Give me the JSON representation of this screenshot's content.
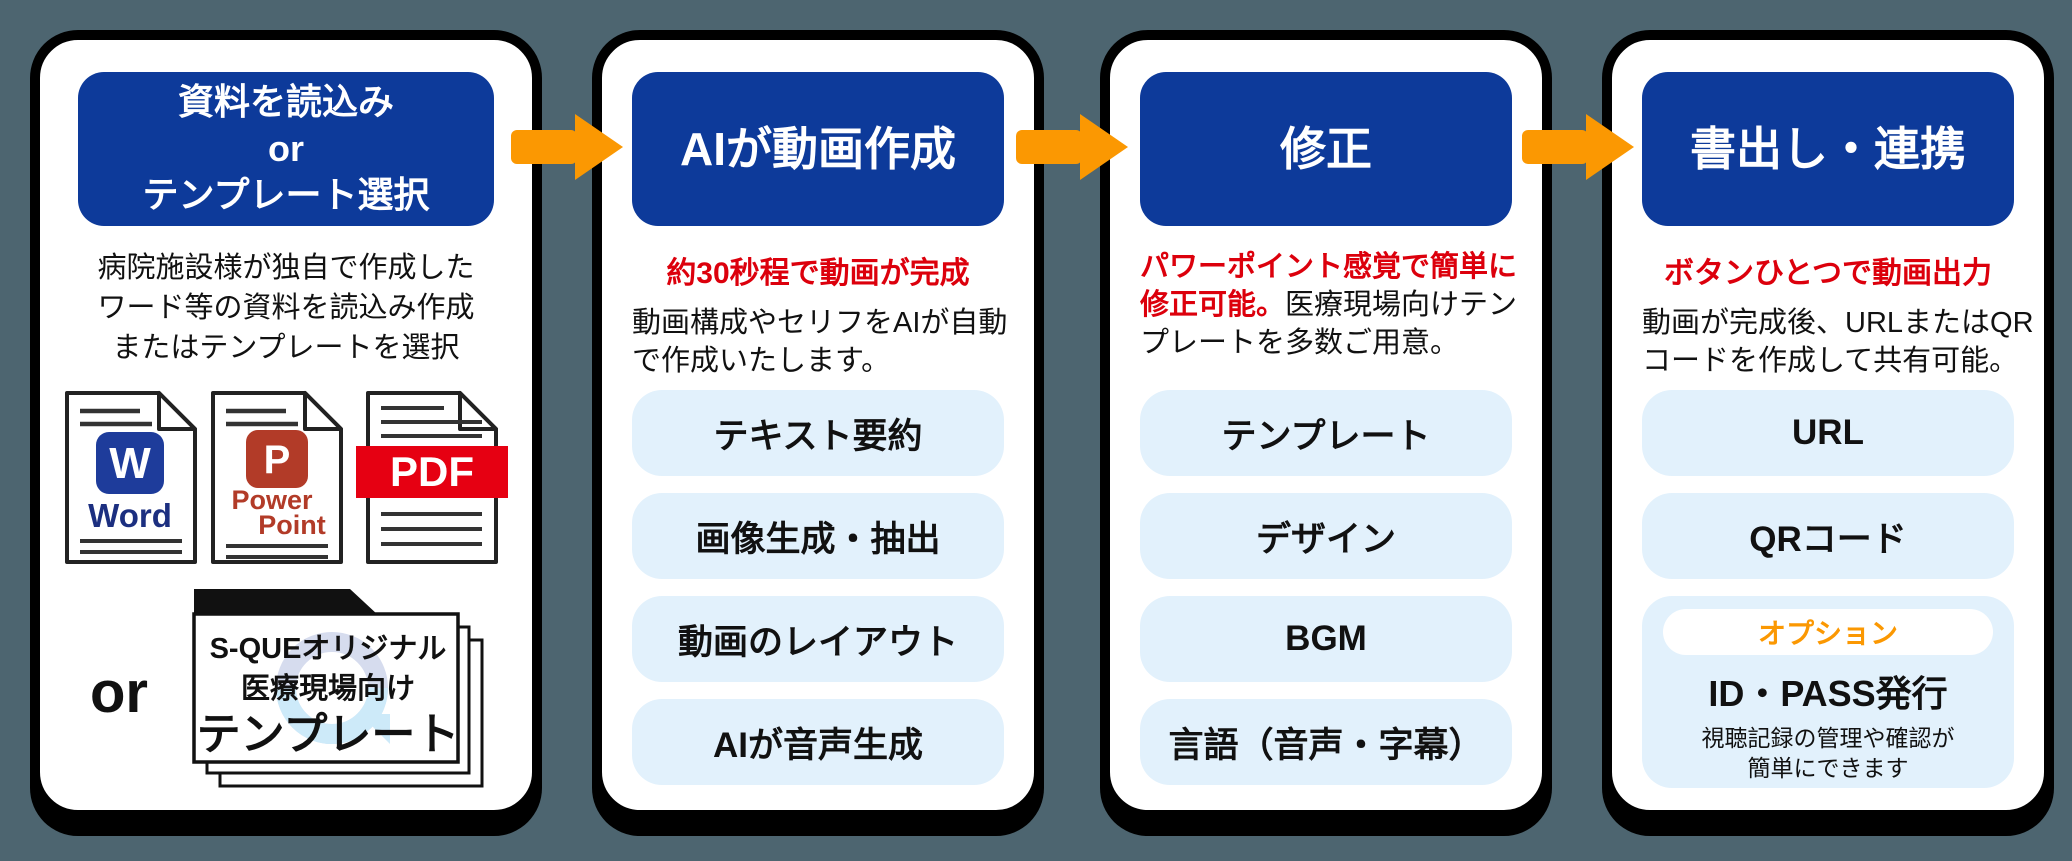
{
  "background_color": "#4d6570",
  "colors": {
    "header_blue": "#0d3a9a",
    "pill_blue": "#e2f1fc",
    "arrow_orange": "#fb9802",
    "accent_red": "#dc000c",
    "option_orange": "#fb9802",
    "word_badge_blue": "#1e3c9b",
    "word_label_navy": "#1c2f80",
    "powerpoint_red": "#b23b28",
    "pdf_red": "#e60012",
    "card_border": "#000000"
  },
  "steps": [
    {
      "title_lines": [
        "資料を読込み",
        "or",
        "テンプレート選択"
      ],
      "desc_lines": [
        "病院施設様が独自で作成した",
        "ワード等の資料を読込み作成",
        "またはテンプレートを選択"
      ],
      "doc_icons": {
        "word": {
          "badge": "W",
          "label": "Word"
        },
        "powerpoint": {
          "badge": "P",
          "label_line1": "Power",
          "label_line2": "Point"
        },
        "pdf": {
          "label": "PDF"
        }
      },
      "or_label": "or",
      "template_stack": {
        "line1": "S-QUEオリジナル",
        "line2": "医療現場向け",
        "line3": "テンプレート"
      }
    },
    {
      "title": "AIが動画作成",
      "highlight": "約30秒程で動画が完成",
      "desc_lines": [
        "動画構成やセリフをAIが自動",
        "で作成いたします。"
      ],
      "pills": [
        "テキスト要約",
        "画像生成・抽出",
        "動画のレイアウト",
        "AIが音声生成"
      ]
    },
    {
      "title": "修正",
      "body": {
        "red_line1": "パワーポイント感覚で簡単に",
        "red_line2": "修正可能。",
        "black_line2": "医療現場向けテン",
        "black_line3": "プレートを多数ご用意。"
      },
      "pills": [
        "テンプレート",
        "デザイン",
        "BGM",
        "言語（音声・字幕）"
      ]
    },
    {
      "title": "書出し・連携",
      "highlight": "ボタンひとつで動画出力",
      "desc_lines": [
        "動画が完成後、URLまたはQR",
        "コードを作成して共有可能。"
      ],
      "pills": [
        "URL",
        "QRコード"
      ],
      "option": {
        "badge": "オプション",
        "title": "ID・PASS発行",
        "note_lines": [
          "視聴記録の管理や確認が",
          "簡単にできます"
        ]
      }
    }
  ]
}
